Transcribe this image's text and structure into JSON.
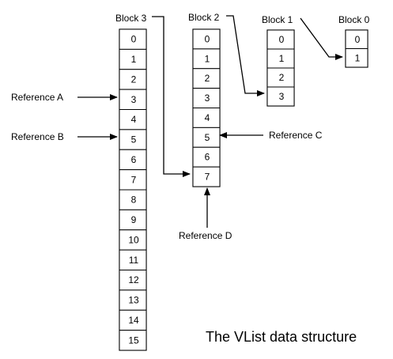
{
  "diagram": {
    "caption": "The VList data structure",
    "blocks": [
      {
        "label": "Block 3",
        "cells": [
          "0",
          "1",
          "2",
          "3",
          "4",
          "5",
          "6",
          "7",
          "8",
          "9",
          "10",
          "11",
          "12",
          "13",
          "14",
          "15"
        ]
      },
      {
        "label": "Block 2",
        "cells": [
          "0",
          "1",
          "2",
          "3",
          "4",
          "5",
          "6",
          "7"
        ]
      },
      {
        "label": "Block 1",
        "cells": [
          "0",
          "1",
          "2",
          "3"
        ]
      },
      {
        "label": "Block 0",
        "cells": [
          "0",
          "1"
        ]
      }
    ],
    "references": [
      {
        "label": "Reference A",
        "block": "Block 3",
        "cell": "3"
      },
      {
        "label": "Reference B",
        "block": "Block 3",
        "cell": "5"
      },
      {
        "label": "Reference C",
        "block": "Block 2",
        "cell": "5"
      },
      {
        "label": "Reference D",
        "block": "Block 2",
        "cell": "7"
      }
    ]
  }
}
